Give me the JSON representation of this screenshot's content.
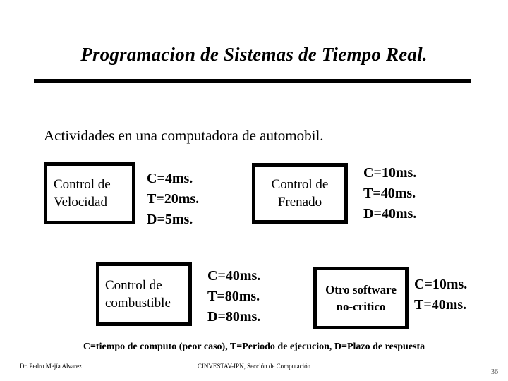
{
  "slide": {
    "title": "Programacion de Sistemas de Tiempo Real.",
    "subtitle": "Actividades en una computadora de automobil.",
    "legend_note": "C=tiempo de computo (peor caso), T=Periodo de ejecucion, D=Plazo de respuesta",
    "accent_color": "#000000",
    "background_color": "#ffffff"
  },
  "activities": [
    {
      "id": "control-velocidad",
      "box_line1": "Control de",
      "box_line2": "Velocidad",
      "timing": [
        "C=4ms.",
        "T=20ms.",
        "D=5ms."
      ]
    },
    {
      "id": "control-frenado",
      "box_line1": "Control de",
      "box_line2": "Frenado",
      "timing": [
        "C=10ms.",
        "T=40ms.",
        "D=40ms."
      ]
    },
    {
      "id": "control-combustible",
      "box_line1": "Control de",
      "box_line2": "combustible",
      "timing": [
        "C=40ms.",
        "T=80ms.",
        "D=80ms."
      ]
    },
    {
      "id": "otro-software-no-critico",
      "box_line1": "Otro software",
      "box_line2": "no-critico",
      "timing": [
        "C=10ms.",
        "T=40ms."
      ]
    }
  ],
  "footer": {
    "author": "Dr. Pedro Mejía Alvarez",
    "organization": "CINVESTAV-IPN, Sección de Computación",
    "page_number": "36"
  }
}
